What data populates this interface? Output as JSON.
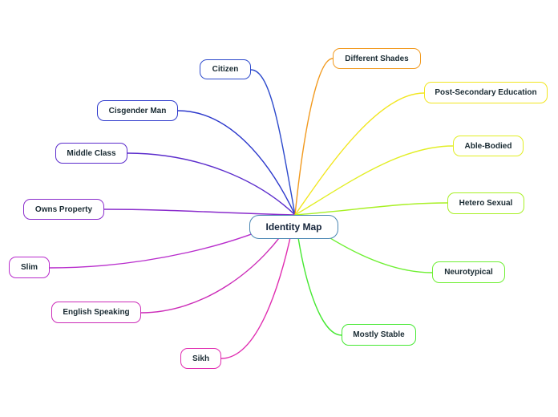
{
  "center": {
    "label": "Identity Map",
    "color": "#4a86b3"
  },
  "branches": [
    {
      "id": "citizen",
      "label": "Citizen",
      "color": "#2c49cc"
    },
    {
      "id": "cisgender-man",
      "label": "Cisgender Man",
      "color": "#2c38cc"
    },
    {
      "id": "middle-class",
      "label": "Middle Class",
      "color": "#5b2ccc"
    },
    {
      "id": "owns-property",
      "label": "Owns Property",
      "color": "#8a2ccc"
    },
    {
      "id": "slim",
      "label": "Slim",
      "color": "#b82ccc"
    },
    {
      "id": "english-speaking",
      "label": "English Speaking",
      "color": "#cc2cb8"
    },
    {
      "id": "sikh",
      "label": "Sikh",
      "color": "#e02cb0"
    },
    {
      "id": "different-shades",
      "label": "Different Shades",
      "color": "#f29a1f"
    },
    {
      "id": "post-secondary-education",
      "label": "Post-Secondary Education",
      "color": "#f2e61f"
    },
    {
      "id": "able-bodied",
      "label": "Able-Bodied",
      "color": "#e2ee24"
    },
    {
      "id": "hetero-sexual",
      "label": "Hetero Sexual",
      "color": "#a8f024"
    },
    {
      "id": "neurotypical",
      "label": "Neurotypical",
      "color": "#6ef032"
    },
    {
      "id": "mostly-stable",
      "label": "Mostly Stable",
      "color": "#46e832"
    }
  ]
}
